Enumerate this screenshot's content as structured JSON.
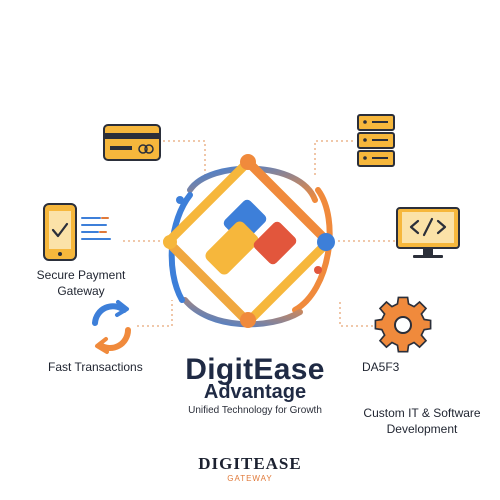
{
  "center": {
    "title": "DigitEase",
    "subtitle": "Advantage",
    "tagline": "Unified Technology for Growth"
  },
  "labels": {
    "secure_payment": "Secure Payment\nGateway",
    "fast_transactions": "Fast Transactions",
    "code_label": "DA5F3",
    "custom_it": "Custom IT & Software\nDevelopment"
  },
  "footer": {
    "brand": "DIGITEASE",
    "sub": "GATEWAY"
  },
  "icons": [
    "credit-card-icon",
    "mobile-payment-icon",
    "refresh-cycle-icon",
    "server-icon",
    "code-monitor-icon",
    "gear-icon"
  ],
  "colors": {
    "orange": "#f08a3c",
    "yellow": "#f6b73c",
    "blue": "#3d7fd9",
    "red": "#e2563c",
    "navy": "#1f2a44",
    "dot_line": "#e8a878"
  }
}
